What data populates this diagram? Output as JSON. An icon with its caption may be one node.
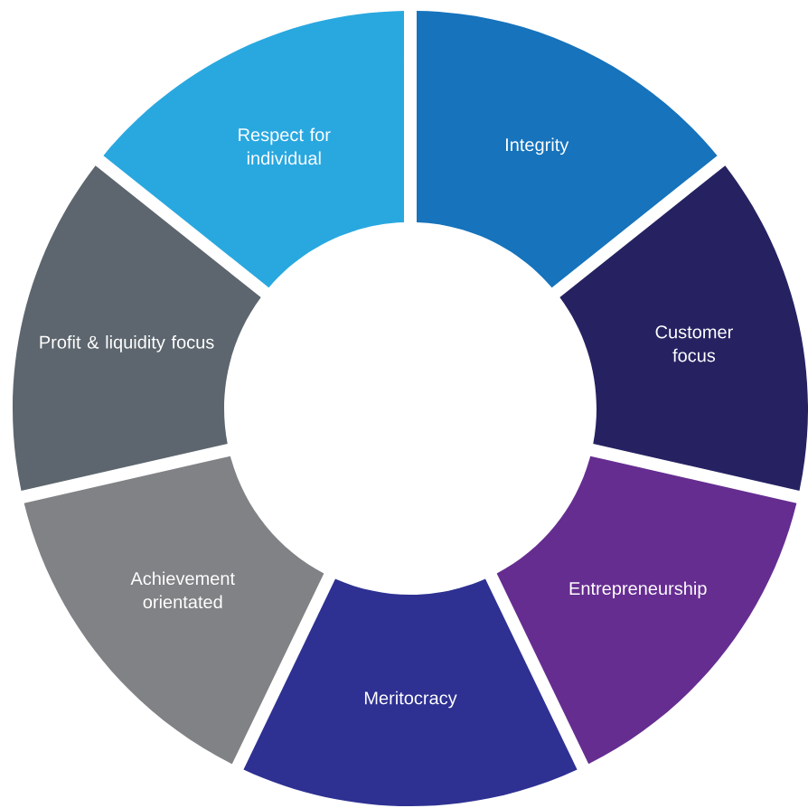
{
  "diagram": {
    "nodes": [
      {
        "text": [
          "Integrity"
        ]
      },
      {
        "text": [
          "Customer focus"
        ]
      },
      {
        "text": [
          "Entrepreneurship"
        ]
      },
      {
        "text": [
          "Meritocracy"
        ]
      },
      {
        "text": [
          "Achievement orientated"
        ]
      },
      {
        "text": [
          "Profit & liquidity focus"
        ]
      },
      {
        "text": [
          "Respect for individual"
        ]
      }
    ]
  }
}
